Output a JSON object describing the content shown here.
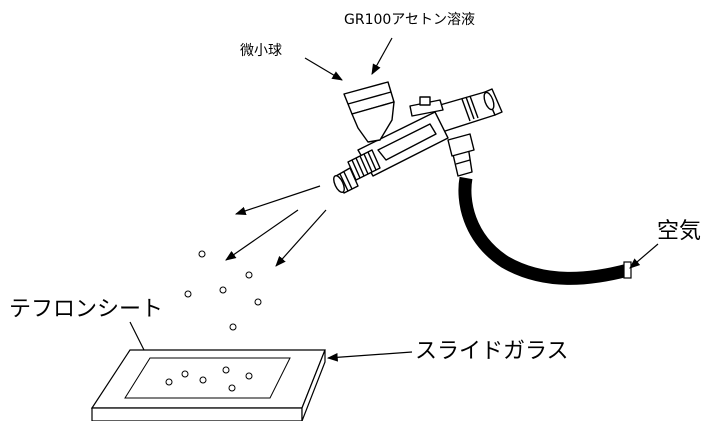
{
  "labels": {
    "acetone": "GR100アセトン溶液",
    "microspheres": "微小球",
    "air": "空気",
    "teflon_sheet": "テフロンシート",
    "slide_glass": "スライドガラス"
  }
}
